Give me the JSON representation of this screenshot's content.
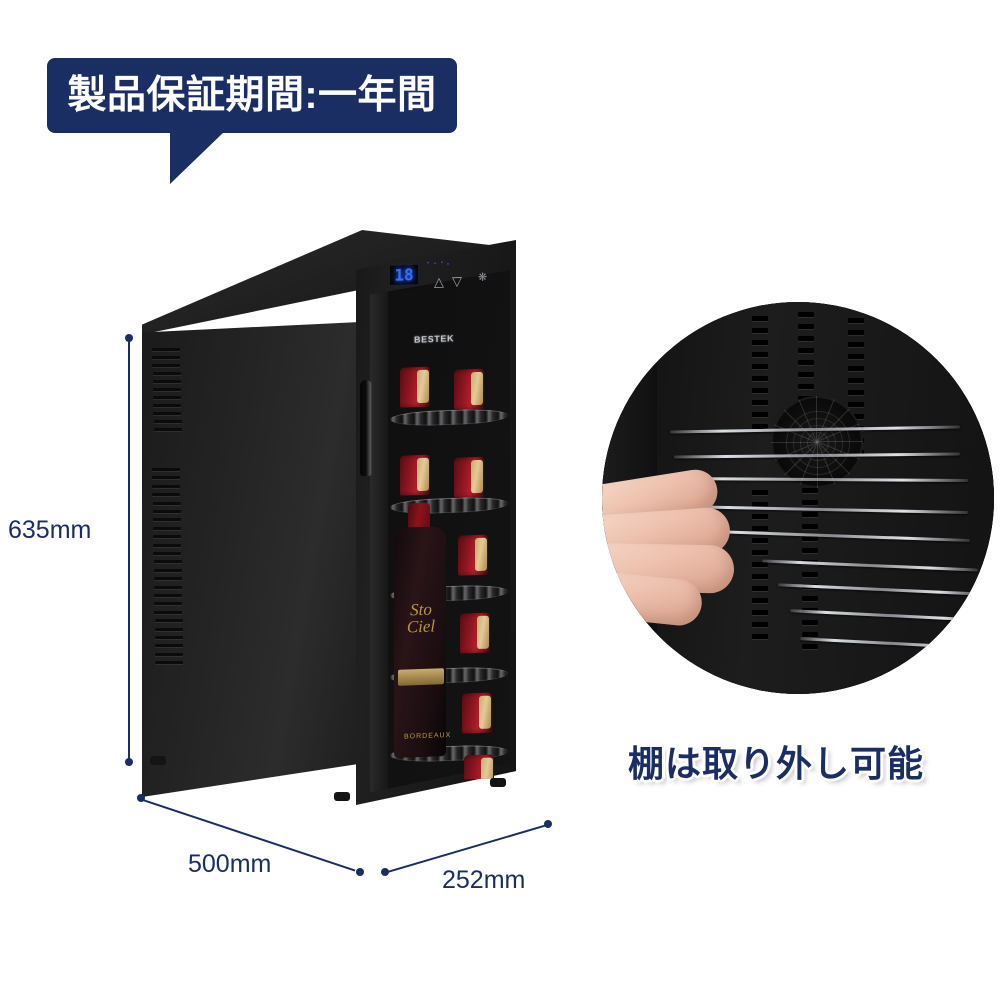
{
  "page": {
    "background_color": "#ffffff",
    "accent_color": "#1b2e63",
    "product_color": "#1a1a1a"
  },
  "badge": {
    "text": "製品保証期間:一年間",
    "background_color": "#1b2e63",
    "text_color": "#ffffff"
  },
  "product": {
    "brand": "BESTEK",
    "display_value": "18",
    "controls": {
      "up_icon": "chevron-up-icon",
      "down_icon": "chevron-down-icon",
      "light_icon": "light-bulb-icon"
    },
    "bottle_label_script": "Sto Ciel",
    "bottle_label_foot": "BORDEAUX"
  },
  "dimensions": {
    "height": "635mm",
    "width": "500mm",
    "depth": "252mm"
  },
  "inset": {
    "caption": "棚は取り外し可能",
    "caption_color": "#1b2e63",
    "subject": "hand-removing-wire-shelf"
  }
}
